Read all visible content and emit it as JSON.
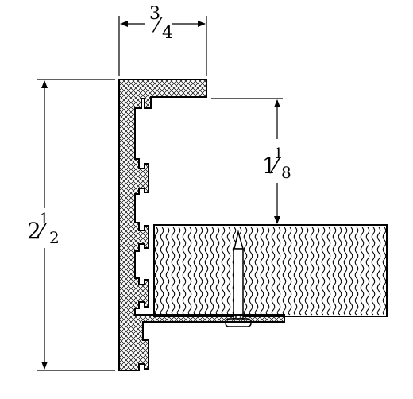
{
  "dimensions": {
    "top_width": {
      "whole": "",
      "num": "3",
      "den": "4"
    },
    "lip_height": {
      "whole": "1",
      "num": "1",
      "den": "8"
    },
    "total_height": {
      "whole": "2",
      "num": "1",
      "den": "2"
    }
  },
  "colors": {
    "line": "#000000",
    "background": "#ffffff",
    "hatch": "#000000"
  }
}
